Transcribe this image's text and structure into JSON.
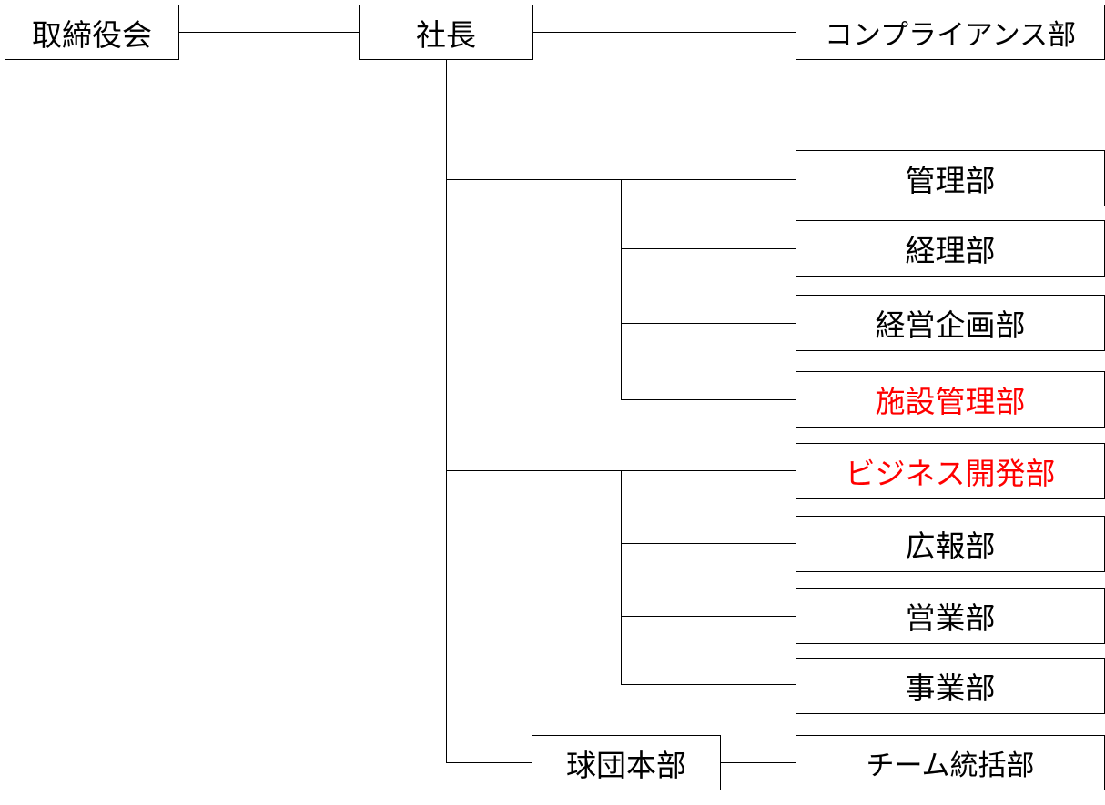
{
  "org": {
    "board": "取締役会",
    "president": "社長",
    "compliance": "コンプライアンス部",
    "management": "管理部",
    "accounting": "経理部",
    "planning": "経営企画部",
    "facilities": "施設管理部",
    "business_dev": "ビジネス開発部",
    "pr": "広報部",
    "sales": "営業部",
    "operations": "事業部",
    "team_hq": "球団本部",
    "team_integration": "チーム統括部"
  },
  "colors": {
    "new_dept_text": "#ff0000",
    "text": "#000000",
    "line": "#000000"
  }
}
